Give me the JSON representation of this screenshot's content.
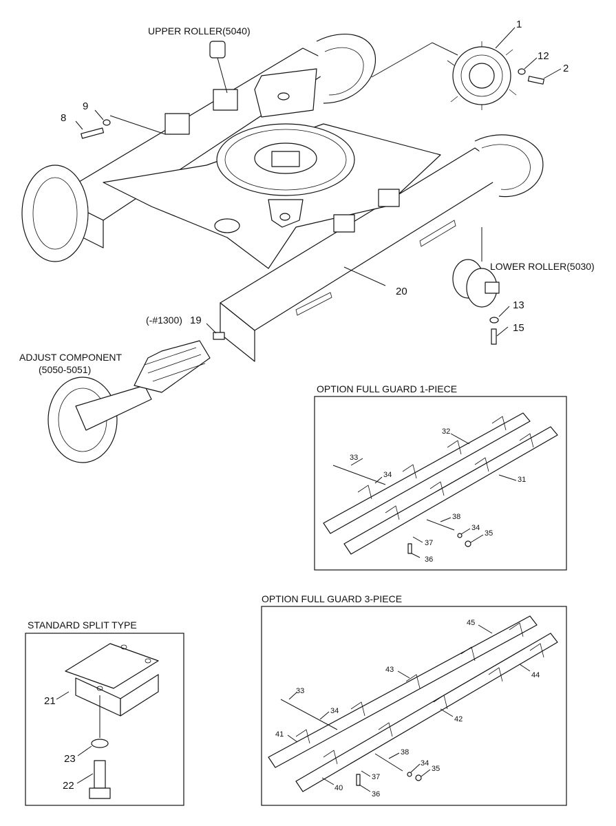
{
  "labels": {
    "upper_roller": "UPPER ROLLER(5040)",
    "lower_roller": "LOWER ROLLER(5030)",
    "adjust_component_line1": "ADJUST COMPONENT",
    "adjust_component_line2": "(5050-5051)",
    "serial_limit": "(-#1300)",
    "option_full_guard_1": "OPTION FULL GUARD 1-PIECE",
    "option_full_guard_3": "OPTION FULL GUARD 3-PIECE",
    "standard_split_type": "STANDARD SPLIT TYPE"
  },
  "parts": {
    "p1": "1",
    "p2": "2",
    "p8": "8",
    "p9": "9",
    "p12": "12",
    "p13": "13",
    "p15": "15",
    "p19": "19",
    "p20": "20",
    "p21": "21",
    "p22": "22",
    "p23": "23",
    "g1_31": "31",
    "g1_32": "32",
    "g1_33": "33",
    "g1_34a": "34",
    "g1_34b": "34",
    "g1_35": "35",
    "g1_36": "36",
    "g1_37": "37",
    "g1_38": "38",
    "g3_33": "33",
    "g3_34a": "34",
    "g3_34b": "34",
    "g3_35": "35",
    "g3_36": "36",
    "g3_37": "37",
    "g3_38": "38",
    "g3_40": "40",
    "g3_41": "41",
    "g3_42": "42",
    "g3_43": "43",
    "g3_44": "44",
    "g3_45": "45"
  }
}
